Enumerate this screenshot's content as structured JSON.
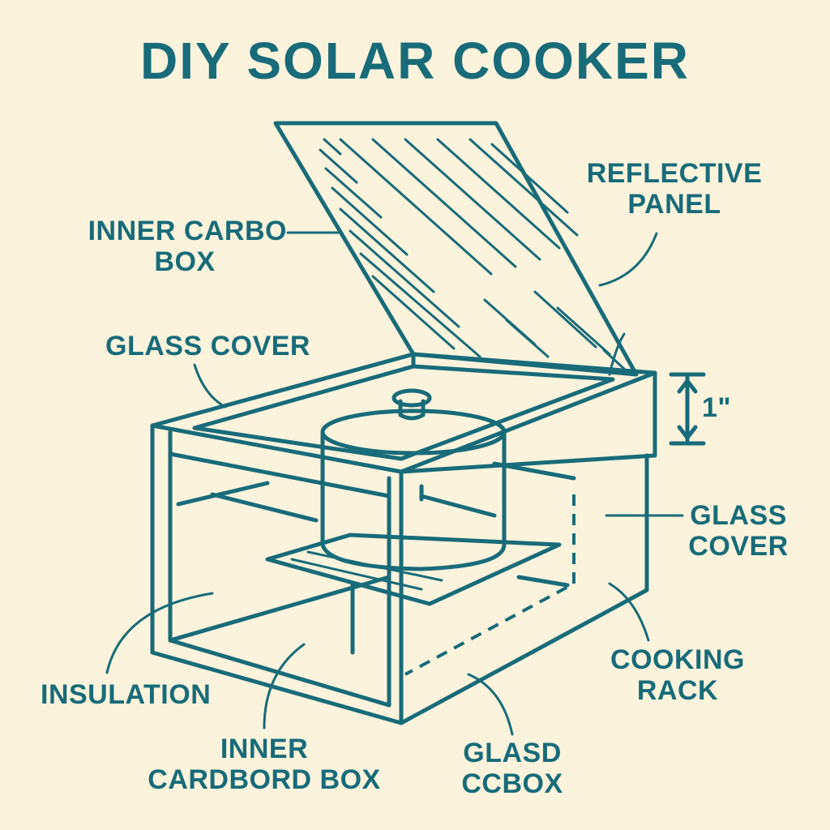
{
  "title": "DIY SOLAR COOKER",
  "labels": {
    "inner_carbo_box": [
      "INNER CARBO",
      "BOX"
    ],
    "reflective_panel": [
      "REFLECTIVE",
      "PANEL"
    ],
    "glass_cover_left": "GLASS COVER",
    "dimension": "1\"",
    "glass_cover_right": [
      "GLASS",
      "COVER"
    ],
    "cooking_rack": [
      "COOKING",
      "RACK"
    ],
    "insulation": "INSULATION",
    "inner_cardbord_box": [
      "INNER",
      "CARDBORD BOX"
    ],
    "glasd_box": [
      "GLASD",
      "CCBOX"
    ]
  },
  "colors": {
    "ink": "#186b79",
    "background": "#fbf3dc"
  }
}
